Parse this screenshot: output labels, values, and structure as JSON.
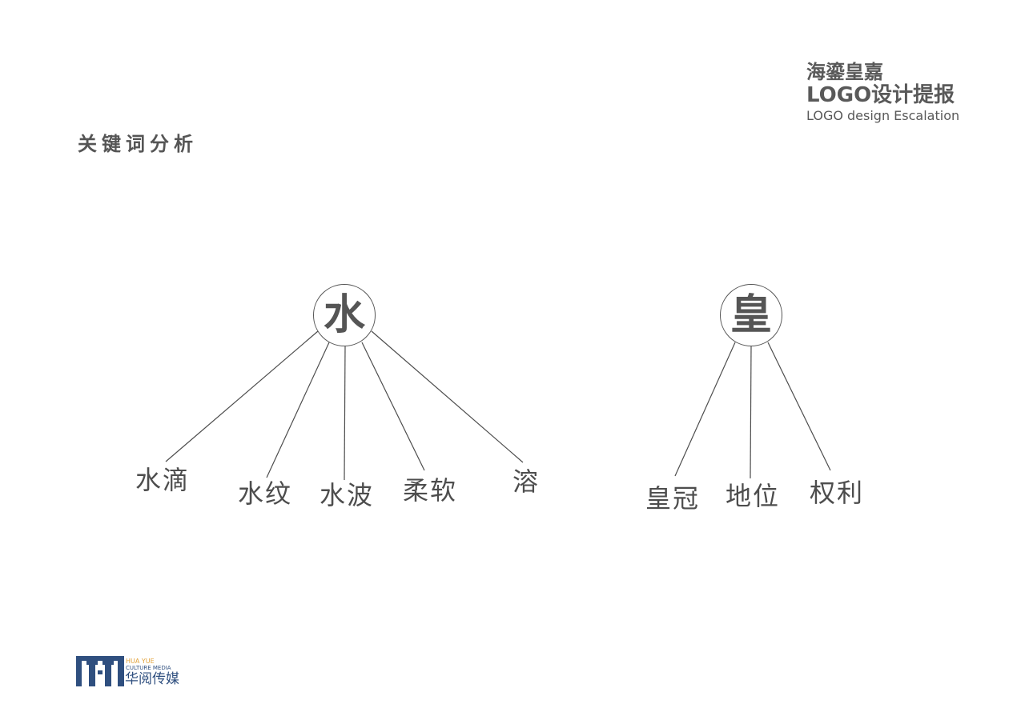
{
  "heading": "关键词分析",
  "brand": {
    "line1": "海鎏皇嘉",
    "line2": "LOGO设计提报",
    "line3": "LOGO design Escalation"
  },
  "diagram": {
    "nodes": [
      {
        "label": "水",
        "keywords": [
          "水滴",
          "水纹",
          "水波",
          "柔软",
          "溶"
        ]
      },
      {
        "label": "皇",
        "keywords": [
          "皇冠",
          "地位",
          "权利"
        ]
      }
    ]
  },
  "footer_logo": {
    "en_line1": "HUA YUE",
    "en_line2": "CULTURE MEDIA",
    "cn_name": "华阅传媒"
  },
  "colors": {
    "text_gray": "#555555",
    "line_gray": "#4d4d4d",
    "logo_blue": "#2f4f7f",
    "logo_orange": "#e2a23a"
  }
}
